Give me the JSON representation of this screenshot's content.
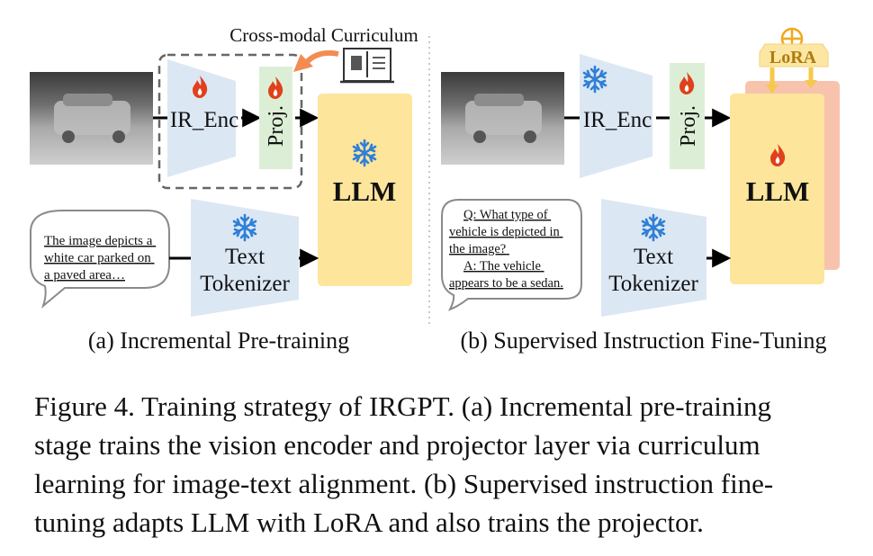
{
  "panel_a": {
    "top_label": "Cross-modal Curriculum",
    "encoder": "IR_Enc",
    "projector": "Proj.",
    "llm": "LLM",
    "tokenizer_line1": "Text",
    "tokenizer_line2": "Tokenizer",
    "bubble_lines": [
      "The image depicts a",
      "white car parked on",
      "a paved area…"
    ],
    "caption": "(a) Incremental Pre-training"
  },
  "panel_b": {
    "encoder": "IR_Enc",
    "projector": "Proj.",
    "llm": "LLM",
    "lora": "LoRA",
    "tokenizer_line1": "Text",
    "tokenizer_line2": "Tokenizer",
    "bubble_lines": [
      "Q: What type of",
      "vehicle is depicted in",
      "the image?",
      "A: The vehicle",
      "appears to be a sedan."
    ],
    "caption": "(b) Supervised Instruction Fine-Tuning"
  },
  "figure_caption": [
    "Figure 4. Training strategy of IRGPT. (a) Incremental pre-training",
    "stage trains the vision encoder and projector layer via curriculum",
    "learning for image-text alignment. (b) Supervised instruction fine-",
    "tuning adapts LLM with LoRA and also trains the projector."
  ],
  "colors": {
    "encoder_fill": "#dce7f4",
    "projector_fill": "#dcefd6",
    "llm_fill": "#fde59c",
    "lora_fill": "#fbe7a3",
    "llm_shadow": "#f8c3ad",
    "flame": "#e0401c",
    "snowflake": "#2f7fd6",
    "curriculum_arrow": "#f28c52",
    "bubble_stroke": "#8a8a8a"
  },
  "icons": [
    "fire-icon",
    "snowflake-icon",
    "book-icon",
    "circle-plus-icon"
  ]
}
